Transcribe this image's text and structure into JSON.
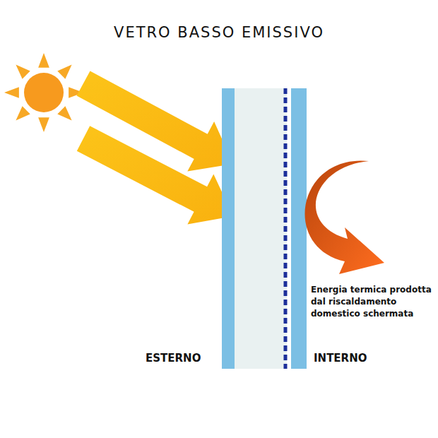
{
  "diagram": {
    "title": "VETRO BASSO EMISSIVO",
    "labels": [
      "Energia termica prodotta dal riscaldamento domestico schermata",
      "ESTERNO",
      "INTERNO"
    ]
  }
}
